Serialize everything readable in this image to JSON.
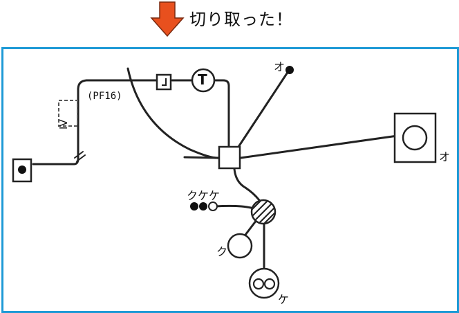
{
  "header": {
    "caption": "切り取った！",
    "arrow_color": "#e8501e"
  },
  "panel": {
    "border_color": "#1e9ad6"
  },
  "labels": {
    "conduit": "(PF16)",
    "wire_type": "IV",
    "outlet_top": "オ",
    "outlet_right": "オ",
    "switch_group": "クケケ",
    "lamp_k": "ク",
    "lamp_ke": "ケ",
    "timer_symbol": "T"
  }
}
